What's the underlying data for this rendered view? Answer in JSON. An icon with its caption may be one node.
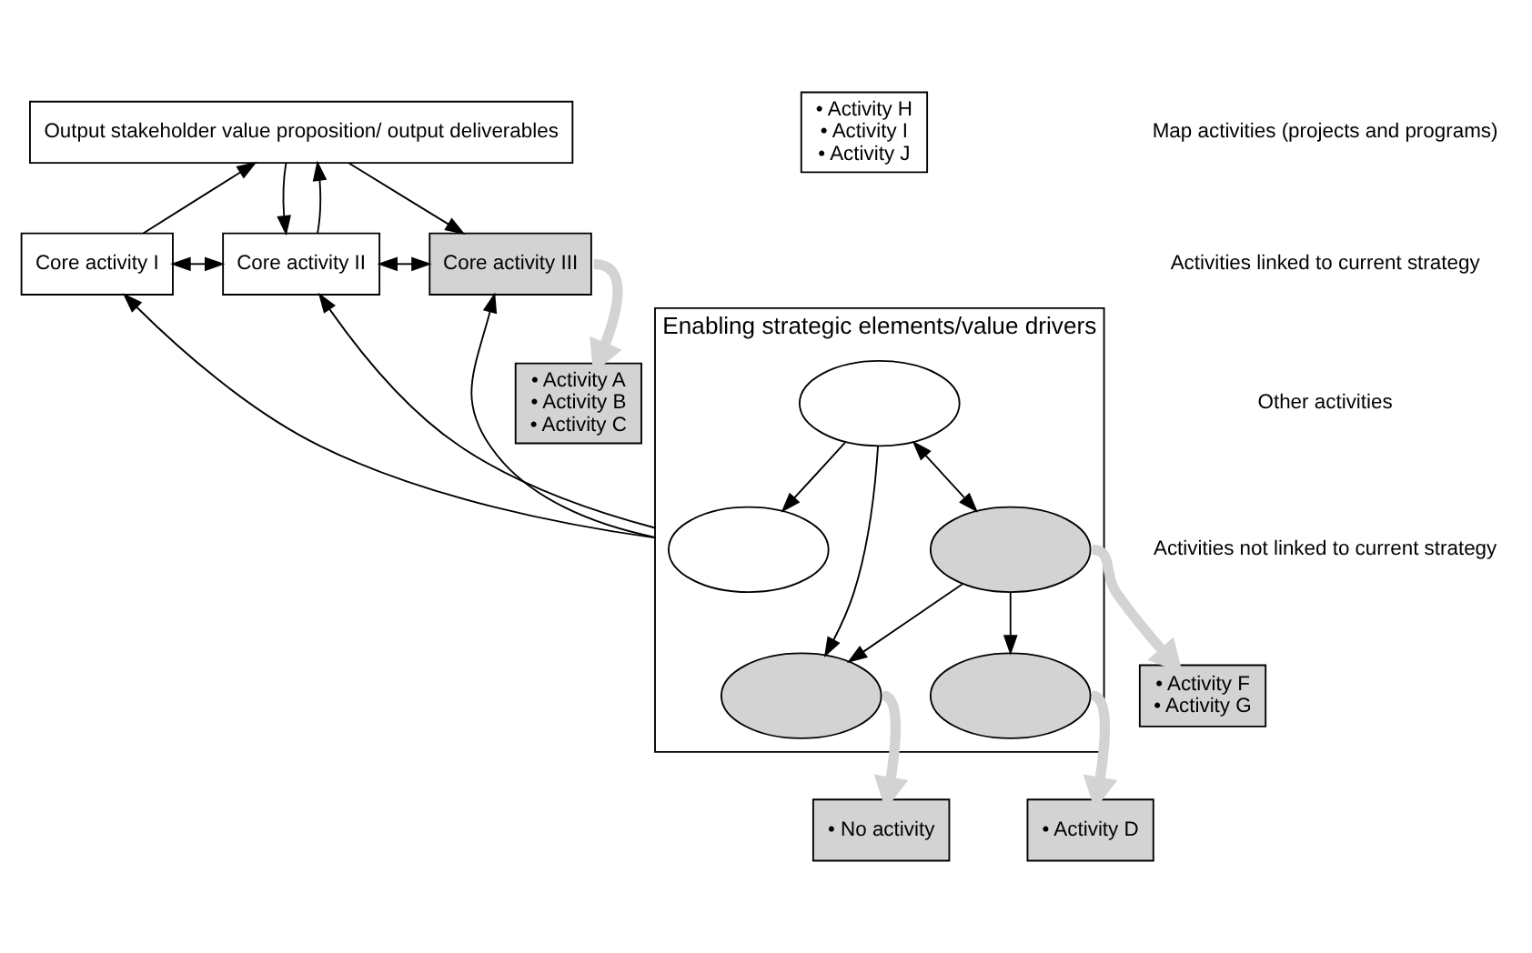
{
  "diagram": {
    "nodes": [
      {
        "text": [
          "Output stakeholder value proposition/ output deliverables"
        ]
      },
      {
        "text": [
          "Core activity I"
        ]
      },
      {
        "text": [
          "Core activity II"
        ]
      },
      {
        "text": [
          "Core activity III"
        ]
      },
      {
        "text": [
          "Enabling strategic elements/value drivers"
        ]
      },
      {
        "text": [],
        "shape": "ellipse",
        "in": 4
      },
      {
        "text": [],
        "shape": "ellipse",
        "in": 4
      },
      {
        "text": [],
        "shape": "ellipse",
        "in": 4
      },
      {
        "text": [],
        "shape": "ellipse",
        "in": 4
      },
      {
        "text": [],
        "shape": "ellipse",
        "in": 4
      },
      {
        "text": [
          "• Activity A",
          "• Activity B",
          "• Activity C"
        ]
      },
      {
        "text": [
          "• Activity D"
        ]
      },
      {
        "text": [
          "• No activity"
        ]
      },
      {
        "text": [
          "• Activity F",
          "• Activity G"
        ]
      },
      {
        "text": [
          "• Activity H",
          "• Activity I",
          "• Activity J"
        ]
      }
    ],
    "edges": [
      {
        "from": 1,
        "to": 0,
        "arrow": "to"
      },
      {
        "from": 0,
        "to": 2,
        "arrow": "to"
      },
      {
        "from": 2,
        "to": 0,
        "arrow": "to"
      },
      {
        "from": 0,
        "to": 3,
        "arrow": "to"
      },
      {
        "from": 1,
        "to": 2,
        "arrow": "both"
      },
      {
        "from": 2,
        "to": 3,
        "arrow": "both"
      },
      {
        "from": 4,
        "to": 1,
        "arrow": "to"
      },
      {
        "from": 4,
        "to": 2,
        "arrow": "to"
      },
      {
        "from": 4,
        "to": 3,
        "arrow": "to"
      },
      {
        "from": 3,
        "to": 10,
        "arrow": "to",
        "style": "thick",
        "color": "#d3d3d3"
      },
      {
        "from": 6,
        "to": 11,
        "arrow": "to",
        "style": "thick",
        "color": "#d3d3d3"
      },
      {
        "from": 7,
        "to": 12,
        "arrow": "to",
        "style": "thick",
        "color": "#d3d3d3"
      },
      {
        "from": 9,
        "to": 13,
        "arrow": "to",
        "style": "thick",
        "color": "#d3d3d3"
      },
      {
        "from": 8,
        "to": 5,
        "arrow": "to"
      },
      {
        "from": 8,
        "to": 7,
        "arrow": "to"
      },
      {
        "from": 9,
        "to": 7,
        "arrow": "to"
      },
      {
        "from": 9,
        "to": 6,
        "arrow": "to"
      },
      {
        "from": 8,
        "to": 9,
        "arrow": "both"
      }
    ],
    "labels": [
      "Map activities (projects and programs)",
      "Activities linked to current strategy",
      "Other activities",
      "Activities not linked to current strategy"
    ]
  }
}
